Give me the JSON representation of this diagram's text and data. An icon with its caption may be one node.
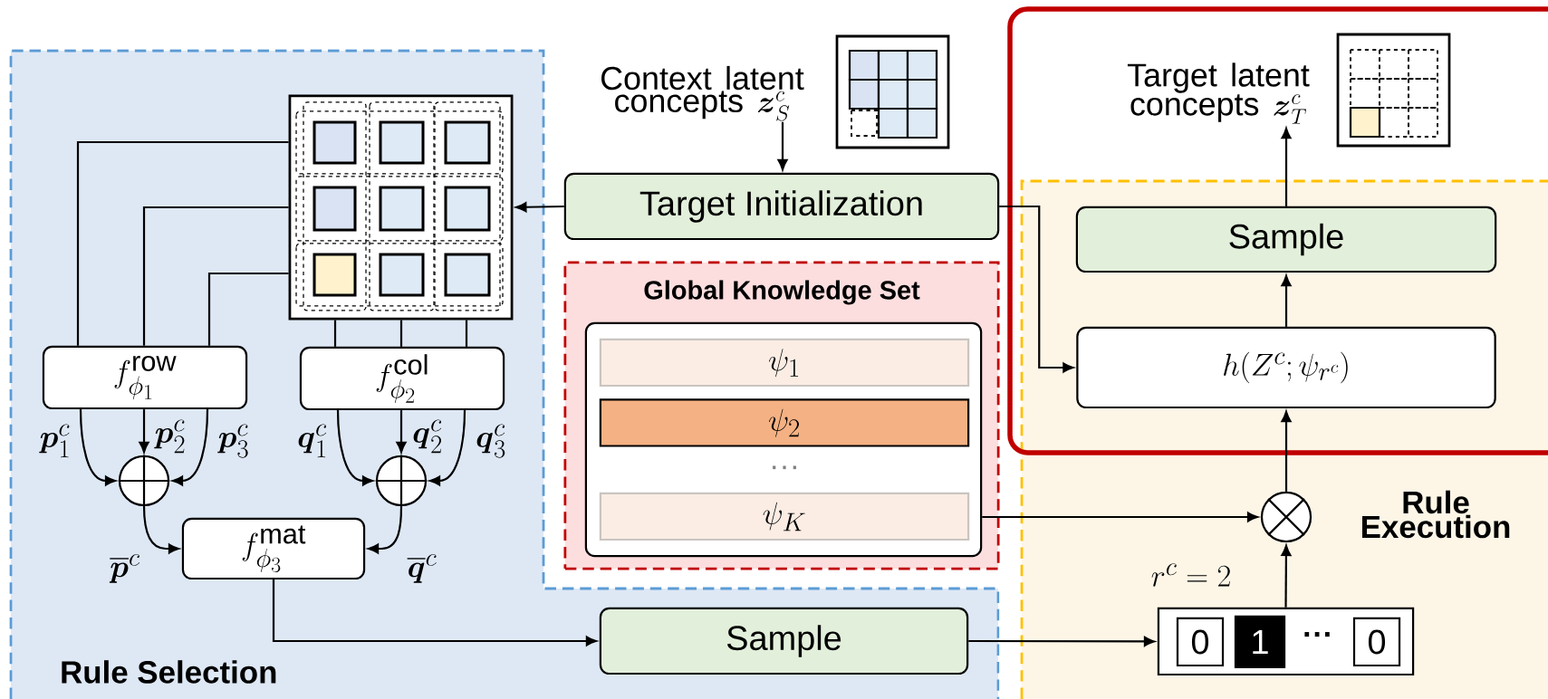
{
  "diagram": {
    "nodes": [
      {
        "text": [
          "Rule Selection"
        ]
      },
      {
        "text": [],
        "shape": "grid",
        "in": 0
      },
      {
        "text": [
          "Context latent concepts",
          "\\boldsymbol{z}^{c}_{S}"
        ]
      },
      {
        "text": [
          "Target Initialization"
        ]
      },
      {
        "text": [
          "f^{\\mathrm{row}}_{\\phi_1}"
        ],
        "in": 0
      },
      {
        "text": [
          "f^{\\mathrm{col}}_{\\phi_2}"
        ],
        "in": 0
      },
      {
        "text": [],
        "shape": "circle",
        "in": 0
      },
      {
        "text": [],
        "shape": "circle",
        "in": 0
      },
      {
        "text": [
          "f^{\\mathrm{mat}}_{\\phi_3}"
        ],
        "in": 0
      },
      {
        "text": [
          "Global Knowledge Set"
        ]
      },
      {
        "text": [],
        "shape": "box",
        "in": 9
      },
      {
        "text": [
          "\\psi_1"
        ],
        "in": 10
      },
      {
        "text": [
          "\\psi_2"
        ],
        "in": 10
      },
      {
        "text": [
          "\\psi_K"
        ],
        "in": 10
      },
      {
        "text": [
          "Sample"
        ],
        "in": 0
      },
      {
        "text": [
          "Target latent concepts",
          "\\boldsymbol{z}^{c}_{T}"
        ]
      },
      {
        "text": [
          "Rule Execution"
        ]
      },
      {
        "text": [
          "Sample"
        ],
        "in": 16
      },
      {
        "text": [
          "h(Z^{c};\\psi_{r^{c}})"
        ],
        "in": 16
      },
      {
        "text": [],
        "shape": "circle",
        "in": 16
      },
      {
        "text": [],
        "shape": "box",
        "in": 16
      },
      {
        "text": [
          "0"
        ],
        "in": 20
      },
      {
        "text": [
          "1"
        ],
        "in": 20
      },
      {
        "text": [
          "0"
        ],
        "in": 20
      }
    ],
    "edges": [
      {
        "from": 2,
        "to": 3,
        "arrow": "to"
      },
      {
        "from": 3,
        "to": 1,
        "arrow": "to"
      },
      {
        "from": 3,
        "to": 18,
        "arrow": "to"
      },
      {
        "from": 1,
        "to": 4,
        "arrow": "none"
      },
      {
        "from": 1,
        "to": 4,
        "arrow": "none"
      },
      {
        "from": 1,
        "to": 4,
        "arrow": "none"
      },
      {
        "from": 1,
        "to": 5,
        "arrow": "none"
      },
      {
        "from": 1,
        "to": 5,
        "arrow": "none"
      },
      {
        "from": 1,
        "to": 5,
        "arrow": "none"
      },
      {
        "from": 4,
        "to": 6,
        "arrow": "to",
        "label": "\\boldsymbol{p}^{c}_{1}"
      },
      {
        "from": 4,
        "to": 6,
        "arrow": "to",
        "label": "\\boldsymbol{p}^{c}_{2}"
      },
      {
        "from": 4,
        "to": 6,
        "arrow": "to",
        "label": "\\boldsymbol{p}^{c}_{3}"
      },
      {
        "from": 5,
        "to": 7,
        "arrow": "to",
        "label": "\\boldsymbol{q}^{c}_{1}"
      },
      {
        "from": 5,
        "to": 7,
        "arrow": "to",
        "label": "\\boldsymbol{q}^{c}_{2}"
      },
      {
        "from": 5,
        "to": 7,
        "arrow": "to",
        "label": "\\boldsymbol{q}^{c}_{3}"
      },
      {
        "from": 6,
        "to": 8,
        "arrow": "to",
        "label": "\\overline{\\boldsymbol{p}}^{c}"
      },
      {
        "from": 7,
        "to": 8,
        "arrow": "to",
        "label": "\\overline{\\boldsymbol{q}}^{c}"
      },
      {
        "from": 8,
        "to": 14,
        "arrow": "to"
      },
      {
        "from": 14,
        "to": 20,
        "arrow": "to"
      },
      {
        "from": 10,
        "to": 19,
        "arrow": "to"
      },
      {
        "from": 20,
        "to": 19,
        "arrow": "to",
        "label": "r^{c} = 2"
      },
      {
        "from": 19,
        "to": 18,
        "arrow": "to"
      },
      {
        "from": 18,
        "to": 17,
        "arrow": "to"
      },
      {
        "from": 17,
        "to": 15,
        "arrow": "to"
      }
    ],
    "labels": [
      "···",
      "···"
    ]
  }
}
